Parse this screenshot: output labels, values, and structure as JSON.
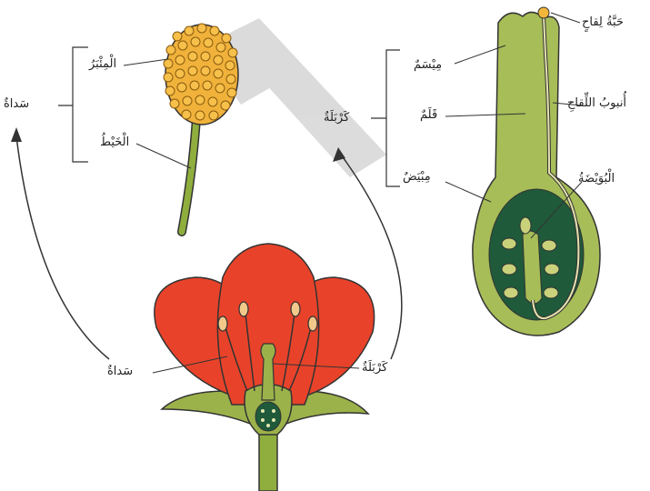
{
  "labels": {
    "stamen": "سَداةٌ",
    "anther": "الْمِئْبَرُ",
    "filament": "الْخَيْطُ",
    "pistil": "كَرْبَلَةٌ",
    "stigma": "مِيْسَمٌ",
    "style": "قَلَمٌ",
    "ovary": "مِبْيَضٌ",
    "pollen_grain": "حَبَّةُ لِقاحٍ",
    "pollen_tube": "أُنبوبُ اللِّقاحِ",
    "ovule": "الْبُوَيْضَةُ",
    "flower_stamen": "سَداةٌ",
    "flower_pistil": "كَرْبَلَةٌ"
  },
  "colors": {
    "petal": "#e8432a",
    "petal_dark": "#c9301a",
    "sepal": "#9bb24a",
    "stem": "#8fae3e",
    "pistil_body": "#a7bd58",
    "ovary_inner": "#1f5a3a",
    "anther": "#f2b63a",
    "pollen": "#e8a72a",
    "stroke": "#333333"
  }
}
